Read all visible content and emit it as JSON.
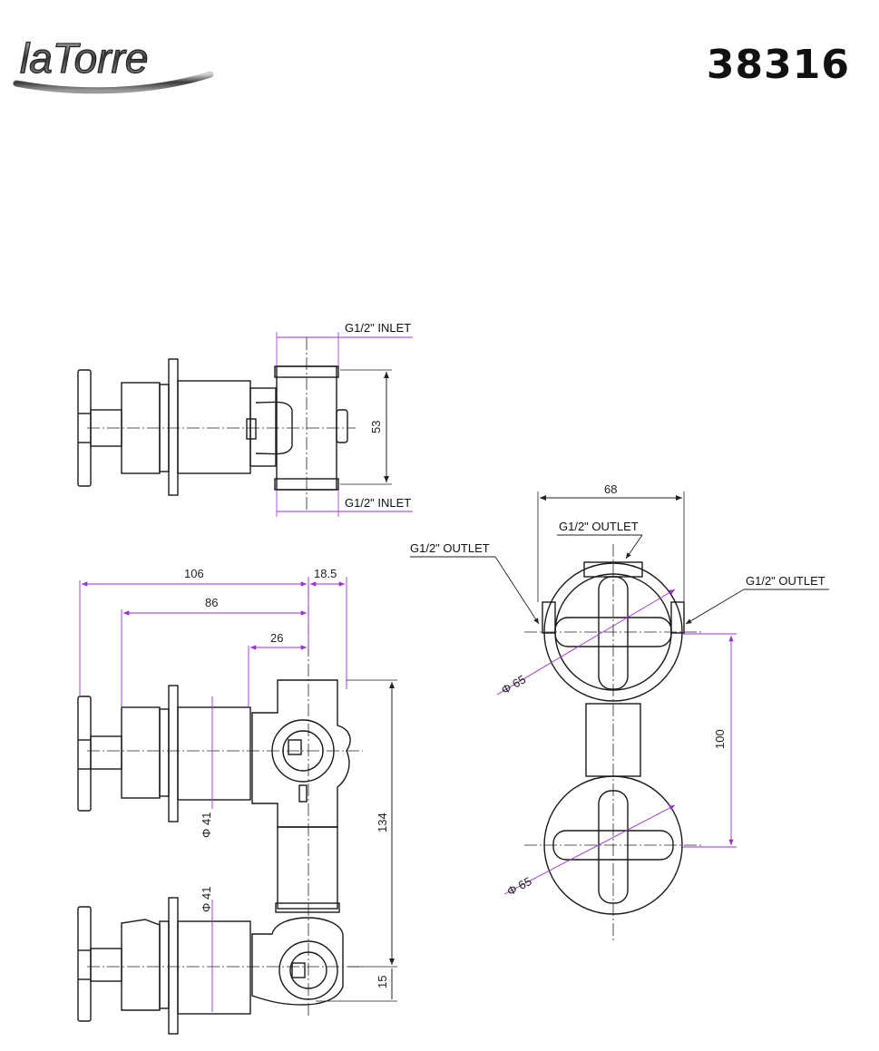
{
  "brand": {
    "logo_text": "laTorre"
  },
  "header": {
    "product_code": "38316"
  },
  "labels": {
    "inlet_top": "G1/2\"  INLET",
    "inlet_bottom": "G1/2\"  INLET",
    "outlet_top": "G1/2\" OUTLET",
    "outlet_left": "G1/2\" OUTLET",
    "outlet_right": "G1/2\" OUTLET"
  },
  "dimensions": {
    "inlet_spacing": "53",
    "depth_total": "106",
    "depth_offset": "18.5",
    "depth_body": "86",
    "depth_short": "26",
    "height_total": "134",
    "height_bottom": "15",
    "flange_diameter_1": "Φ 41",
    "flange_diameter_2": "Φ 41",
    "front_width": "68",
    "rose_diameter_1": "Φ 65",
    "rose_diameter_2": "Φ 65",
    "handle_spacing": "100"
  },
  "colors": {
    "dimension_line": "#9b30d9",
    "drawing_line": "#1a1a1a",
    "leader_line": "#1a1a1a"
  }
}
